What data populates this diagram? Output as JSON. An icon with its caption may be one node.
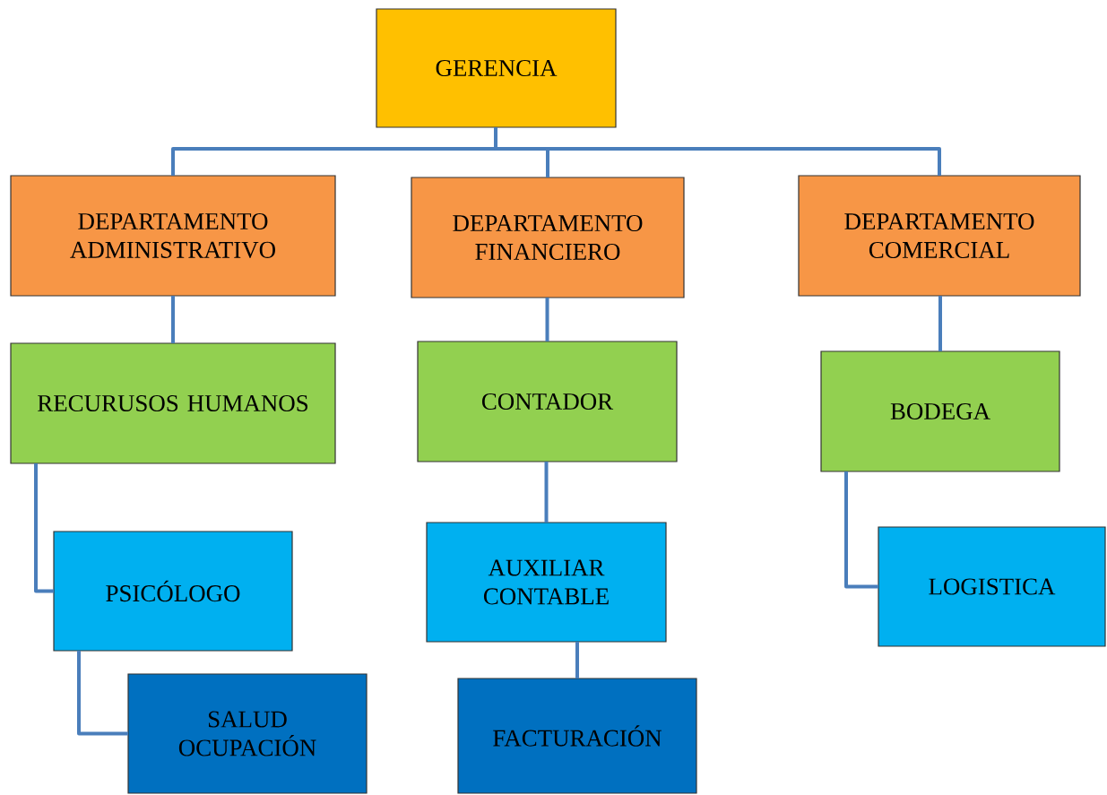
{
  "diagram": {
    "nodes": [
      {
        "text": [
          "GERENCIA"
        ]
      },
      {
        "text": [
          "DEPARTAMENTO ADMINISTRATIVO"
        ]
      },
      {
        "text": [
          "DEPARTAMENTO FINANCIERO"
        ]
      },
      {
        "text": [
          "DEPARTAMENTO COMERCIAL"
        ]
      },
      {
        "text": [
          "RECURUSOS HUMANOS"
        ]
      },
      {
        "text": [
          "CONTADOR"
        ]
      },
      {
        "text": [
          "BODEGA"
        ]
      },
      {
        "text": [
          "PSICÓLOGO"
        ]
      },
      {
        "text": [
          "AUXILIAR CONTABLE"
        ]
      },
      {
        "text": [
          "LOGISTICA"
        ]
      },
      {
        "text": [
          "SALUD OCUPACIÓN"
        ]
      },
      {
        "text": [
          "FACTURACIÓN"
        ]
      }
    ],
    "edges": [
      {
        "from": 0,
        "to": 1,
        "arrow": "none"
      },
      {
        "from": 0,
        "to": 2,
        "arrow": "none"
      },
      {
        "from": 0,
        "to": 3,
        "arrow": "none"
      },
      {
        "from": 1,
        "to": 4,
        "arrow": "none"
      },
      {
        "from": 2,
        "to": 5,
        "arrow": "none"
      },
      {
        "from": 3,
        "to": 6,
        "arrow": "none"
      },
      {
        "from": 4,
        "to": 7,
        "arrow": "none"
      },
      {
        "from": 5,
        "to": 8,
        "arrow": "none"
      },
      {
        "from": 6,
        "to": 9,
        "arrow": "none"
      },
      {
        "from": 7,
        "to": 10,
        "arrow": "none"
      },
      {
        "from": 8,
        "to": 11,
        "arrow": "none"
      }
    ]
  }
}
